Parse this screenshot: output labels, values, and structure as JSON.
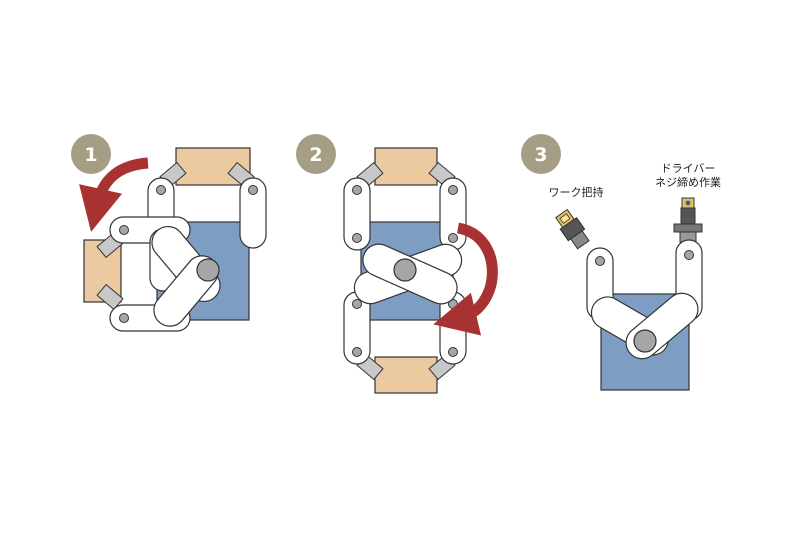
{
  "steps": [
    {
      "number": "1"
    },
    {
      "number": "2"
    },
    {
      "number": "3"
    }
  ],
  "labels": {
    "gripper": "ワーク把持",
    "driver_line1": "ドライバー",
    "driver_line2": "ネジ締め作業"
  },
  "colors": {
    "badge": "#a69e84",
    "badge_text": "#ffffff",
    "workpiece_blue": "#7d9dc3",
    "tray_tan": "#ebc9a1",
    "arm_white": "#ffffff",
    "outline": "#333333",
    "joint_gray": "#a6a6a6",
    "arrow_red": "#a83232"
  },
  "icons": {
    "rotate_ccw": "rotate-ccw-arrow-icon",
    "rotate_cw": "rotate-cw-arrow-icon",
    "gripper": "gripper-tool-icon",
    "screwdriver": "screwdriver-tool-icon"
  }
}
